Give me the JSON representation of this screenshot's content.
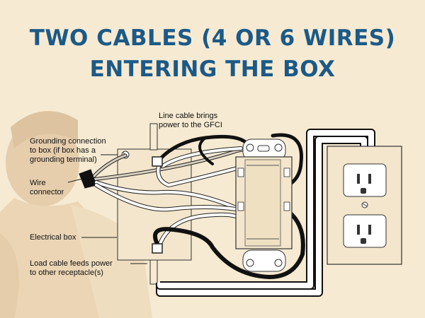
{
  "title": {
    "line1": "TWO CABLES (4 OR 6 WIRES)",
    "line2": "ENTERING THE BOX"
  },
  "labels": {
    "line_cable_1": "Line cable brings",
    "line_cable_2": "power to the GFCI",
    "grounding_1": "Grounding connection",
    "grounding_2": "to box (if box has a",
    "grounding_3": "grounding terminal)",
    "wire_connector_1": "Wire",
    "wire_connector_2": "connector",
    "electrical_box": "Electrical box",
    "load_cable_1": "Load cable feeds power",
    "load_cable_2": "to other receptacle(s)"
  },
  "colors": {
    "title": "#1b5a88",
    "background": "#f6ead2",
    "wire_black": "#111111",
    "wire_white": "#ffffff",
    "wire_ground": "#cfc6b6",
    "box_fill": "#f3e6cc",
    "outline": "#222222"
  }
}
